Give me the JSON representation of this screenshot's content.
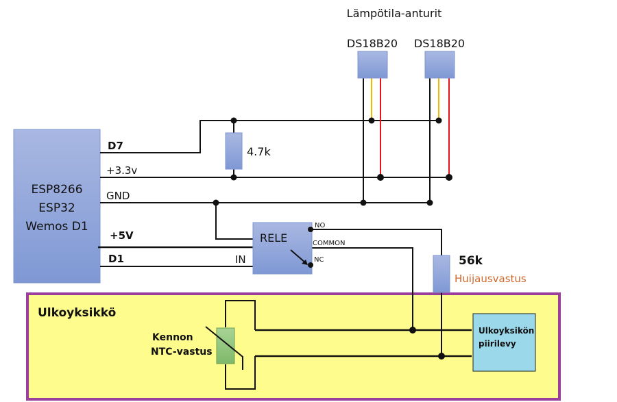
{
  "sensors": {
    "group_label": "Lämpötila-anturit",
    "items": [
      {
        "name": "DS18B20"
      },
      {
        "name": "DS18B20"
      }
    ]
  },
  "mcu": {
    "lines": [
      "ESP8266",
      "ESP32",
      "Wemos D1"
    ],
    "pins": {
      "d7": "D7",
      "v33": "+3.3v",
      "gnd": "GND",
      "v5": "+5V",
      "d1": "D1"
    }
  },
  "pullup_resistor": {
    "value": "4.7k"
  },
  "relay": {
    "label": "RELE",
    "in_label": "IN",
    "no_label": "NO",
    "common_label": "COMMON",
    "nc_label": "NC"
  },
  "fake_resistor": {
    "value": "56k",
    "description": "Huijausvastus"
  },
  "outdoor_unit": {
    "title": "Ulkoyksikkö",
    "ntc_label_1": "Kennon",
    "ntc_label_2": "NTC-vastus",
    "board_label_1": "Ulkoyksikön",
    "board_label_2": "piirilevy"
  },
  "colors": {
    "component_fill": "#8fa4d8",
    "component_stroke": "#6f86c6",
    "wire": "#111111",
    "data_wire": "#f5b800",
    "power_wire": "#e8141b",
    "outdoor_fill": "#fefc8c",
    "outdoor_border": "#9b3f9e",
    "ntc_fill": "#93c47d",
    "board_fill": "#9bd8ea",
    "annotation_orange": "#d0672b"
  }
}
